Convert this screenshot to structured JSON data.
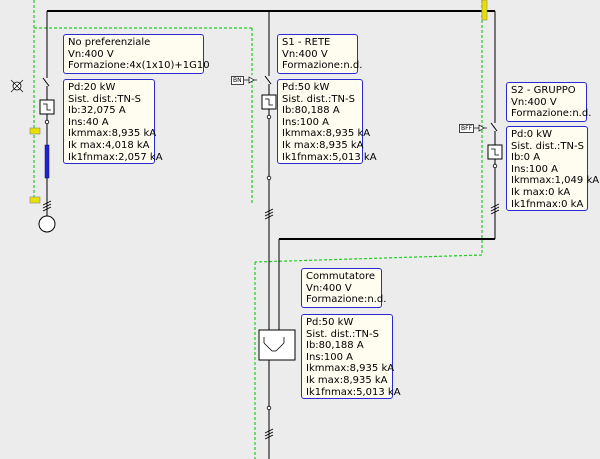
{
  "colors": {
    "bus": "#000000",
    "earth_wire": "#22cc22",
    "box_border": "#2a2ad0",
    "box_fill": "#fffdf0",
    "fuse_yellow": "#e8e000",
    "cable_blue": "#2222cc",
    "background": "#ececec"
  },
  "icons": {
    "lamp": "lamp-icon",
    "breaker": "breaker-icon",
    "relay": "relay-icon",
    "changeover": "changeover-switch-icon"
  },
  "load": {
    "header": {
      "line1": "No preferenziale",
      "line2": "Vn:400 V",
      "line3": "Formazione:4x(1x10)+1G10"
    },
    "calc": {
      "pd": "Pd:20 kW",
      "sist": "Sist. dist.:TN-S",
      "ib": "Ib:32,075 A",
      "ins": "Ins:40 A",
      "ikmmax": "Ikmmax:8,935 kA",
      "ikmax": "Ik max:4,018 kA",
      "ik1": "Ik1fnmax:2,057 kA"
    }
  },
  "s1": {
    "header": {
      "line1": "S1 - RETE",
      "line2": "Vn:400 V",
      "line3": "Formazione:n.d."
    },
    "tag": "BN",
    "calc": {
      "pd": "Pd:50 kW",
      "sist": "Sist. dist.:TN-S",
      "ib": "Ib:80,188 A",
      "ins": "Ins:100 A",
      "ikmmax": "Ikmmax:8,935 kA",
      "ikmax": "Ik max:8,935 kA",
      "ik1": "Ik1fnmax:5,013 kA"
    }
  },
  "s2": {
    "header": {
      "line1": "S2 - GRUPPO",
      "line2": "Vn:400 V",
      "line3": "Formazione:n.d."
    },
    "tag": "BFF",
    "calc": {
      "pd": "Pd:0 kW",
      "sist": "Sist. dist.:TN-S",
      "ib": "Ib:0 A",
      "ins": "Ins:100 A",
      "ikmmax": "Ikmmax:1,049 kA",
      "ikmax": "Ik max:0 kA",
      "ik1": "Ik1fnmax:0 kA"
    }
  },
  "commutatore": {
    "header": {
      "line1": "Commutatore",
      "line2": "Vn:400 V",
      "line3": "Formazione:n.d."
    },
    "calc": {
      "pd": "Pd:50 kW",
      "sist": "Sist. dist.:TN-S",
      "ib": "Ib:80,188 A",
      "ins": "Ins:100 A",
      "ikmmax": "Ikmmax:8,935 kA",
      "ikmax": "Ik max:8,935 kA",
      "ik1": "Ik1fnmax:5,013 kA"
    }
  }
}
